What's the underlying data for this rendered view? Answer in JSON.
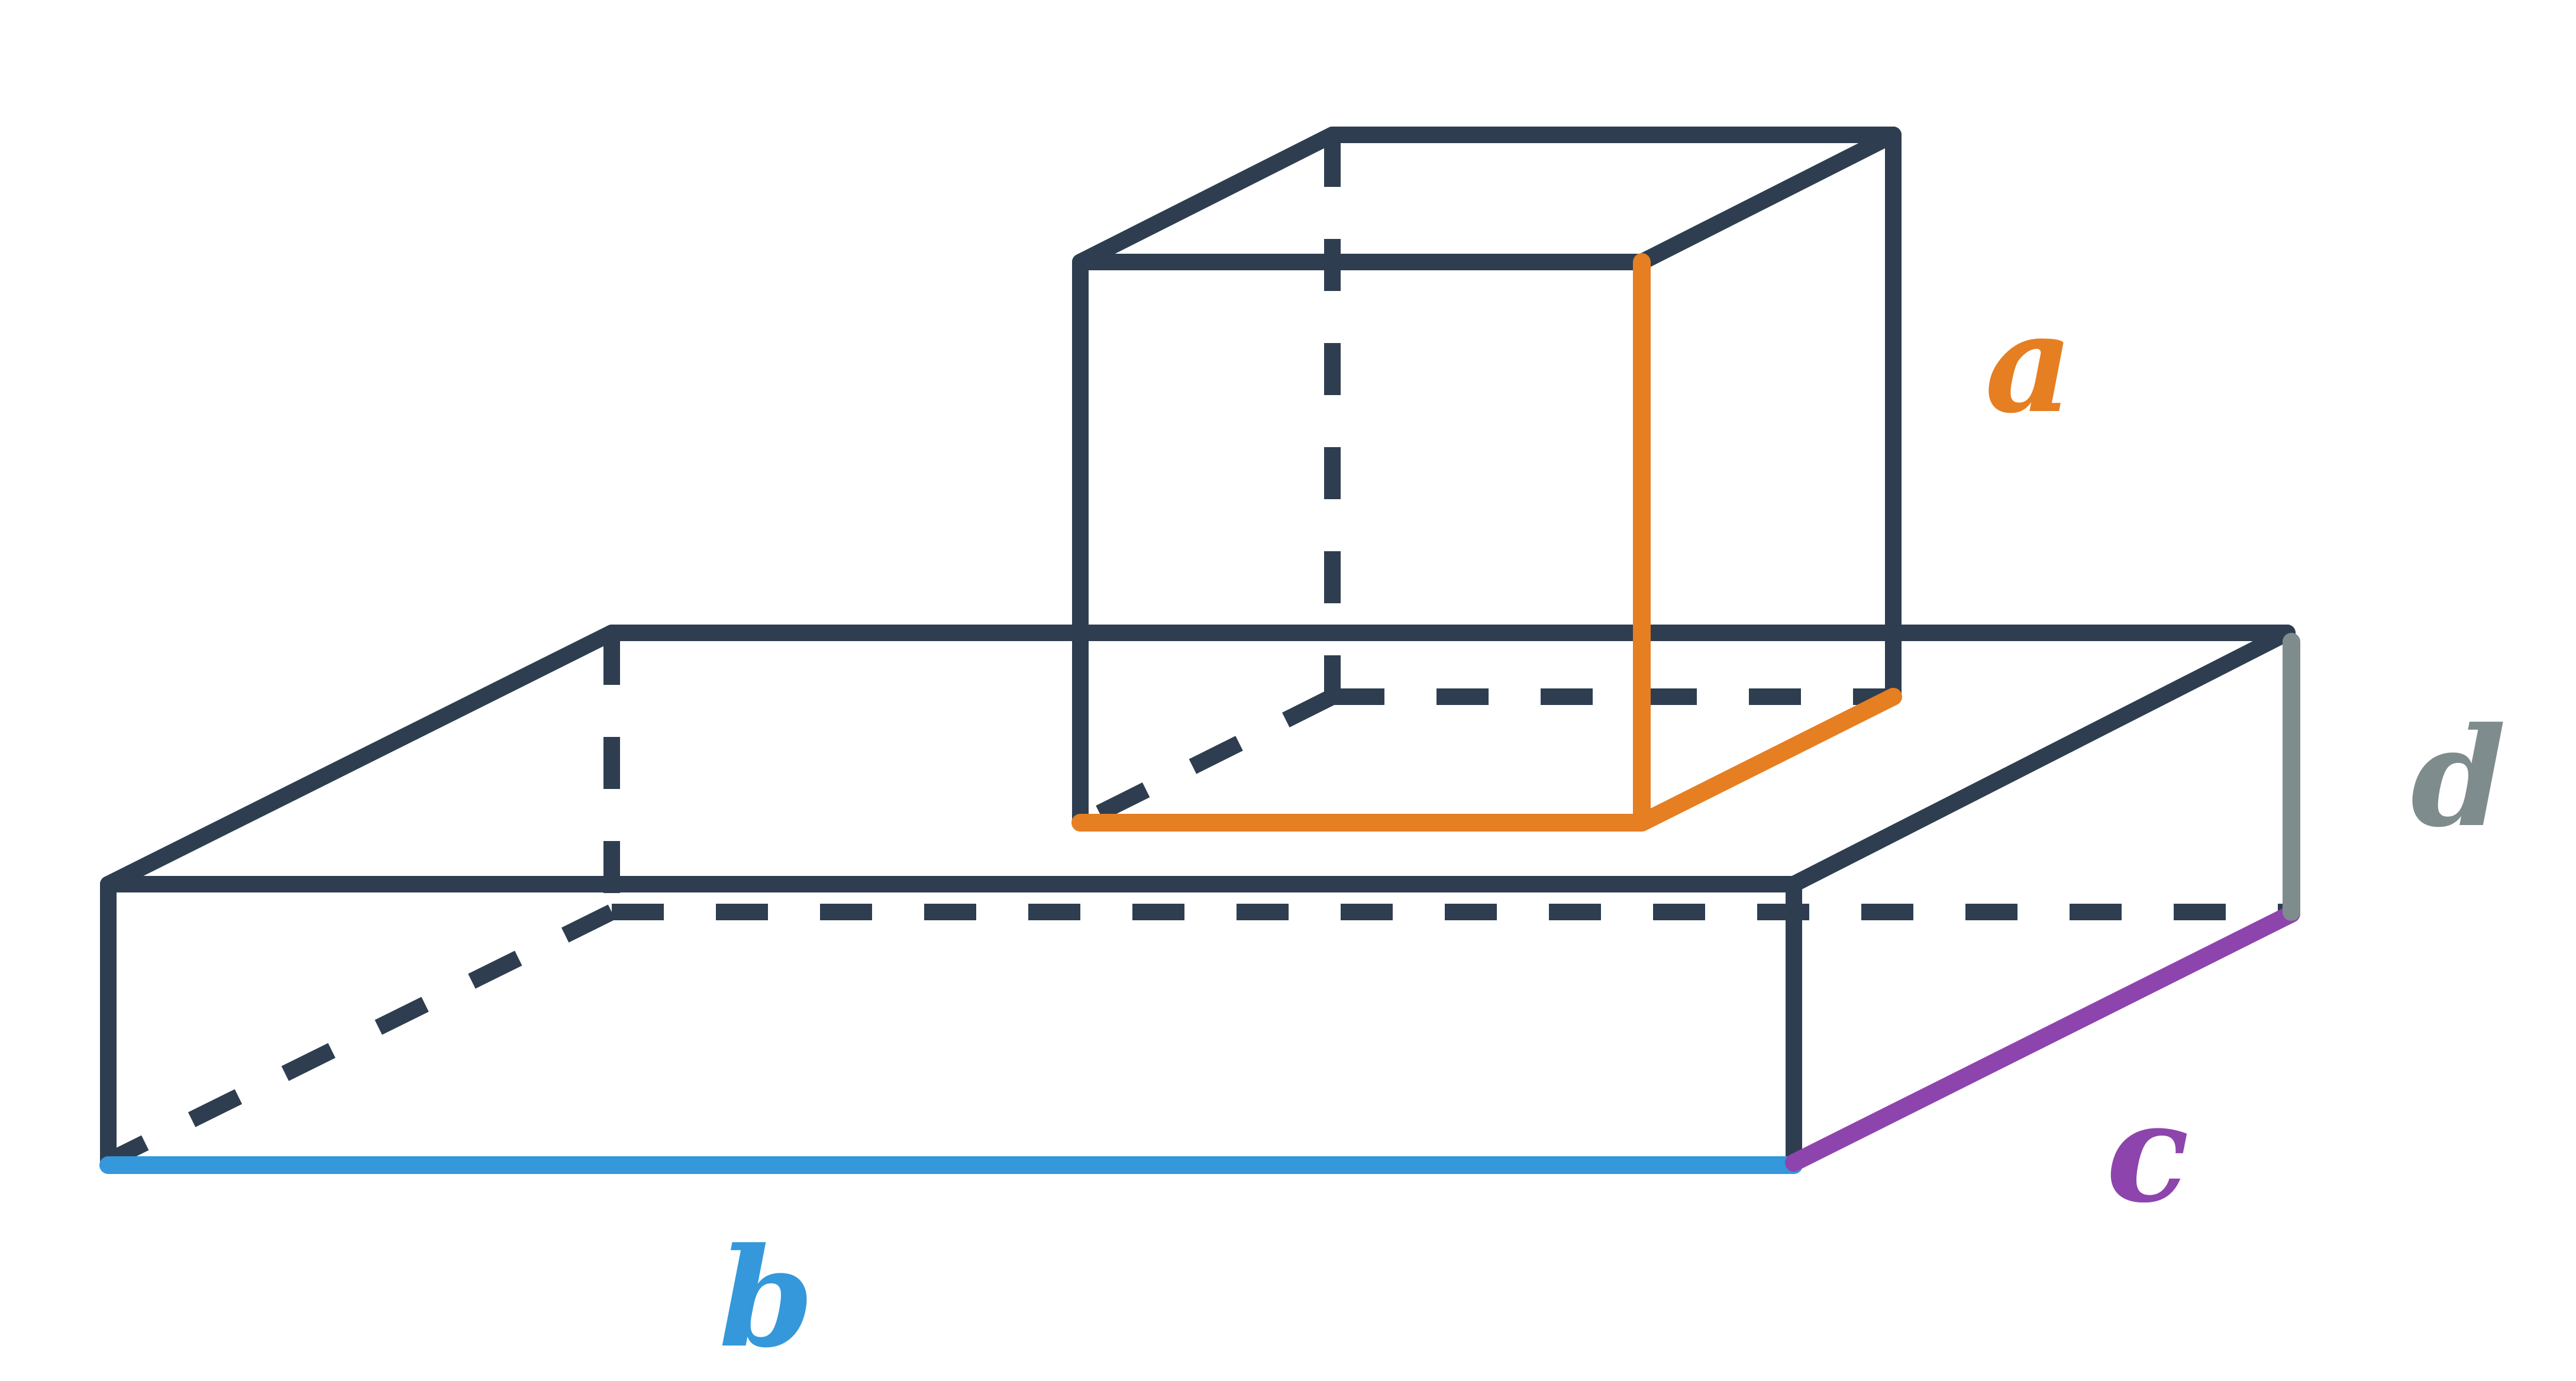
{
  "labels": {
    "a": "a",
    "b": "b",
    "c": "c",
    "d": "d"
  },
  "colors": {
    "edge": "#2e3e50",
    "a": "#e67e22",
    "b": "#3498db",
    "c": "#8e44ad",
    "d": "#7f8c8d"
  }
}
